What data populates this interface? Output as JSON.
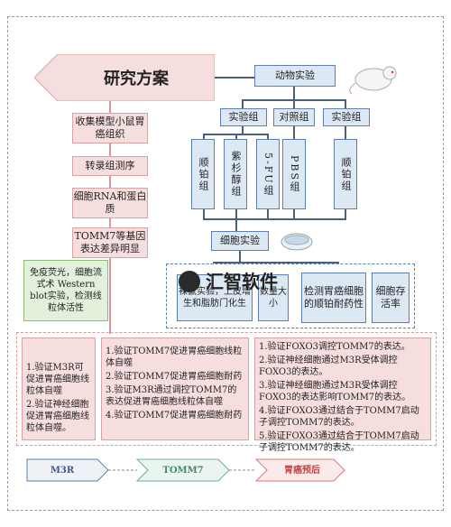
{
  "title": "研究方案",
  "animal": {
    "label": "动物实验",
    "groups": [
      "实验组",
      "对照组",
      "实验组"
    ],
    "subgroups": [
      "顺铂组",
      "紫杉醇组",
      "5-FU组",
      "PBS组",
      "顺铂组"
    ]
  },
  "cell": {
    "label": "细胞实验"
  },
  "left_steps": [
    "收集模型小鼠胃癌组织",
    "转录组测序",
    "细胞RNA和蛋白质",
    "TOMM7等基因表达差异明显"
  ],
  "green_box": "免疫荧光，细胞流式术 Western blot实验，检测线粒体活性",
  "cell_tests": [
    "裸鼠实验，上皮增生和脂肪门化生",
    "检测胃癌细胞的顺铂耐药性",
    "细胞存活率"
  ],
  "cell_test_partial": "数量大小",
  "watermark": "汇智软件",
  "bottom_boxes": [
    [
      "1.验证M3R可促进胃癌细胞线粒体自噬",
      "2.验证神经细胞促进胃癌细胞线粒体自噬。"
    ],
    [
      "1.验证TOMM7促进胃癌细胞线粒体自噬",
      "2.验证TOMM7促进胃癌细胞耐药",
      "3.验证M3R通过调控TOMM7的表达促进胃癌细胞线粒体自噬",
      "4.验证TOMM7促进胃癌细胞耐药"
    ],
    [
      "1.验证FOXO3调控TOMM7的表达。",
      "2.验证神经细胞通过M3R受体调控FOXO3的表达。",
      "3.验证神经细胞通过M3R受体调控FOXO3的表达影响TOMM7的表达。",
      "4.验证FOXO3通过结合于TOMM7启动子调控TOMM7的表达。",
      "5.验证FOXO3通过结合于TOMM7启动子调控TOMM7的表达。"
    ]
  ],
  "flow": [
    "M3R",
    "TOMM7",
    "胃癌预后"
  ]
}
